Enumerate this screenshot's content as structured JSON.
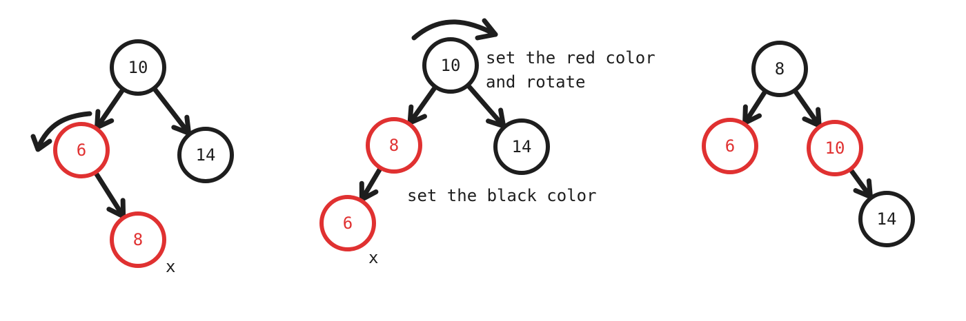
{
  "colors": {
    "black": "#1e1e1e",
    "red": "#e03131"
  },
  "trees": [
    {
      "nodes": [
        {
          "id": "t1-10",
          "label": "10",
          "color": "black"
        },
        {
          "id": "t1-6",
          "label": "6",
          "color": "red"
        },
        {
          "id": "t1-14",
          "label": "14",
          "color": "black"
        },
        {
          "id": "t1-8",
          "label": "8",
          "color": "red"
        }
      ],
      "edges": [
        [
          "t1-10",
          "t1-6"
        ],
        [
          "t1-10",
          "t1-14"
        ],
        [
          "t1-6",
          "t1-8"
        ]
      ],
      "marks": [
        "x"
      ]
    },
    {
      "nodes": [
        {
          "id": "t2-10",
          "label": "10",
          "color": "black"
        },
        {
          "id": "t2-8",
          "label": "8",
          "color": "red"
        },
        {
          "id": "t2-14",
          "label": "14",
          "color": "black"
        },
        {
          "id": "t2-6",
          "label": "6",
          "color": "red"
        }
      ],
      "edges": [
        [
          "t2-10",
          "t2-8"
        ],
        [
          "t2-10",
          "t2-14"
        ],
        [
          "t2-8",
          "t2-6"
        ]
      ],
      "marks": [
        "x"
      ],
      "annotations": [
        "set the red color",
        "and rotate",
        "set the black color"
      ]
    },
    {
      "nodes": [
        {
          "id": "t3-8",
          "label": "8",
          "color": "black"
        },
        {
          "id": "t3-6",
          "label": "6",
          "color": "red"
        },
        {
          "id": "t3-10",
          "label": "10",
          "color": "red"
        },
        {
          "id": "t3-14",
          "label": "14",
          "color": "black"
        }
      ],
      "edges": [
        [
          "t3-8",
          "t3-6"
        ],
        [
          "t3-8",
          "t3-10"
        ],
        [
          "t3-10",
          "t3-14"
        ]
      ]
    }
  ]
}
